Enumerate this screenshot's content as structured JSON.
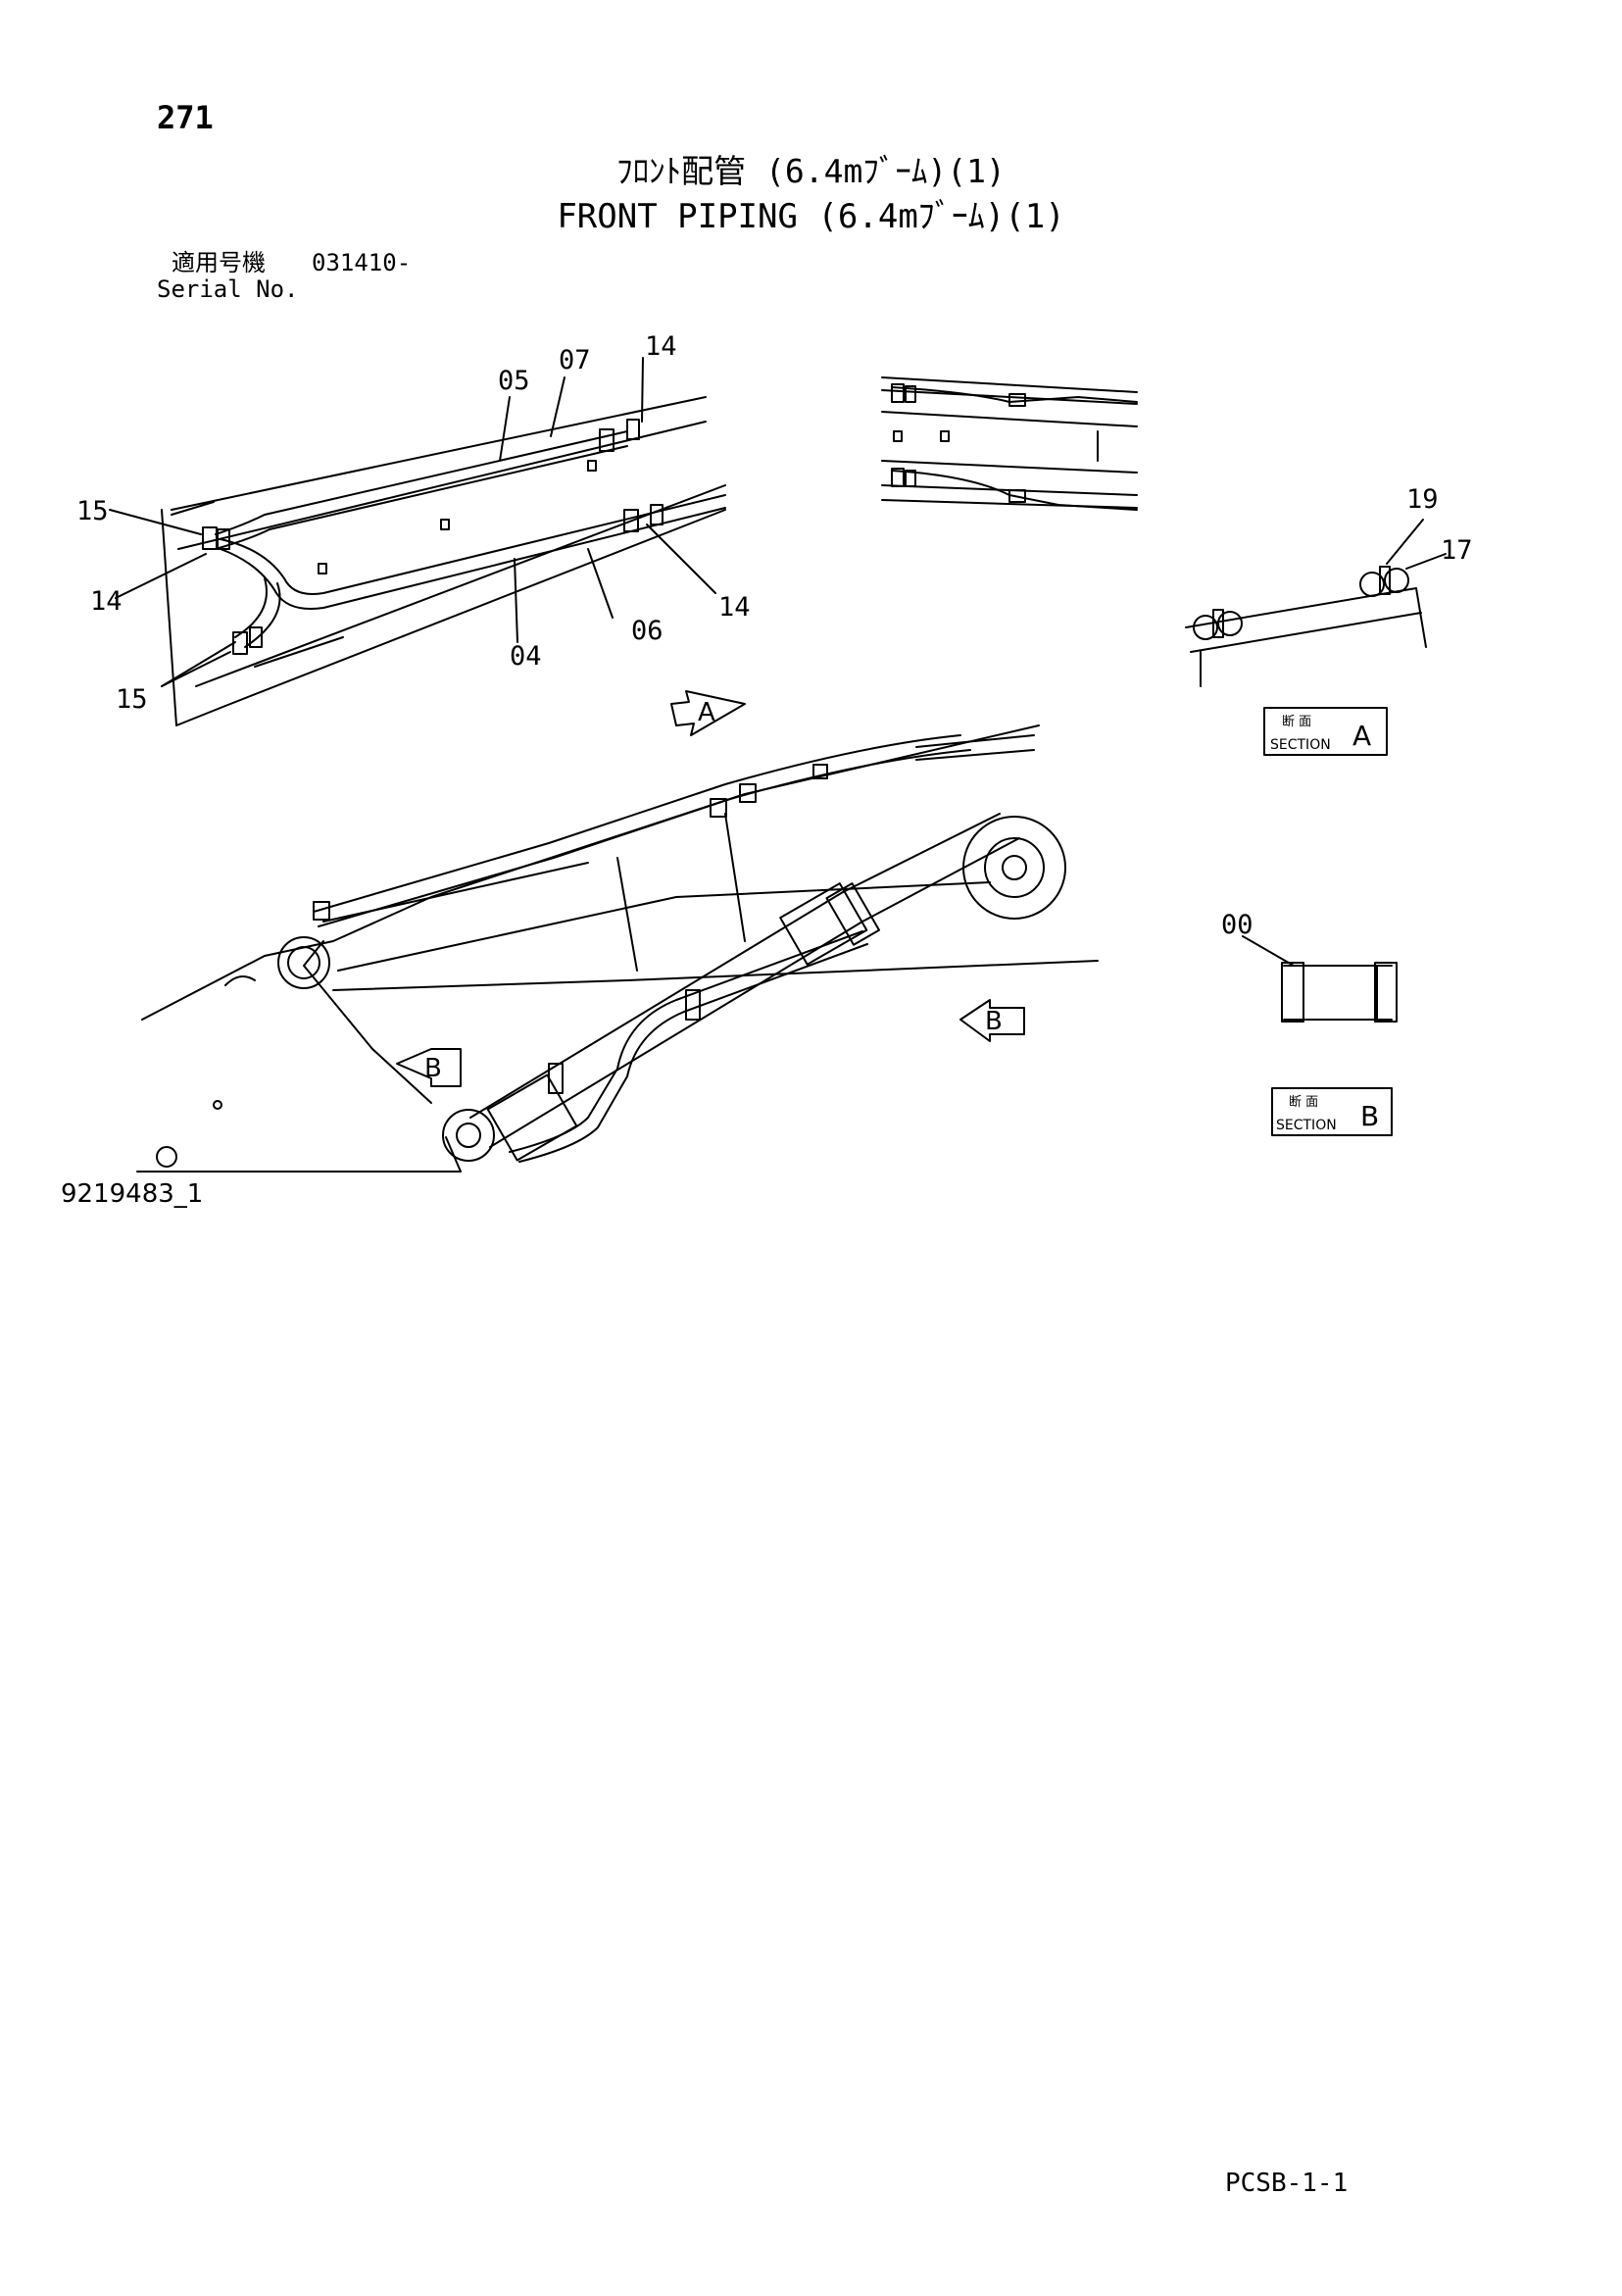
{
  "page_number": "271",
  "title_jp": "ﾌﾛﾝﾄ配管 (6.4mﾌﾞｰﾑ)(1)",
  "title_en": "FRONT PIPING (6.4mﾌﾞｰﾑ)(1)",
  "serial": {
    "label_jp": "適用号機",
    "value": "031410-",
    "label_en": "Serial No."
  },
  "callouts": {
    "c05": "05",
    "c07": "07",
    "c14_top": "14",
    "c15_top": "15",
    "c14_left": "14",
    "c14_right": "14",
    "c06": "06",
    "c04": "04",
    "c15_bottom": "15",
    "c19": "19",
    "c17": "17",
    "c00": "00"
  },
  "view_arrows": {
    "a": "A",
    "b_right": "B",
    "b_left": "B"
  },
  "section_boxes": {
    "a": {
      "label_jp": "断 面",
      "label_en": "SECTION",
      "letter": "A"
    },
    "b": {
      "label_jp": "断 面",
      "label_en": "SECTION",
      "letter": "B"
    }
  },
  "drawing_number": "9219483_1",
  "section_code": "PCSB-1-1"
}
